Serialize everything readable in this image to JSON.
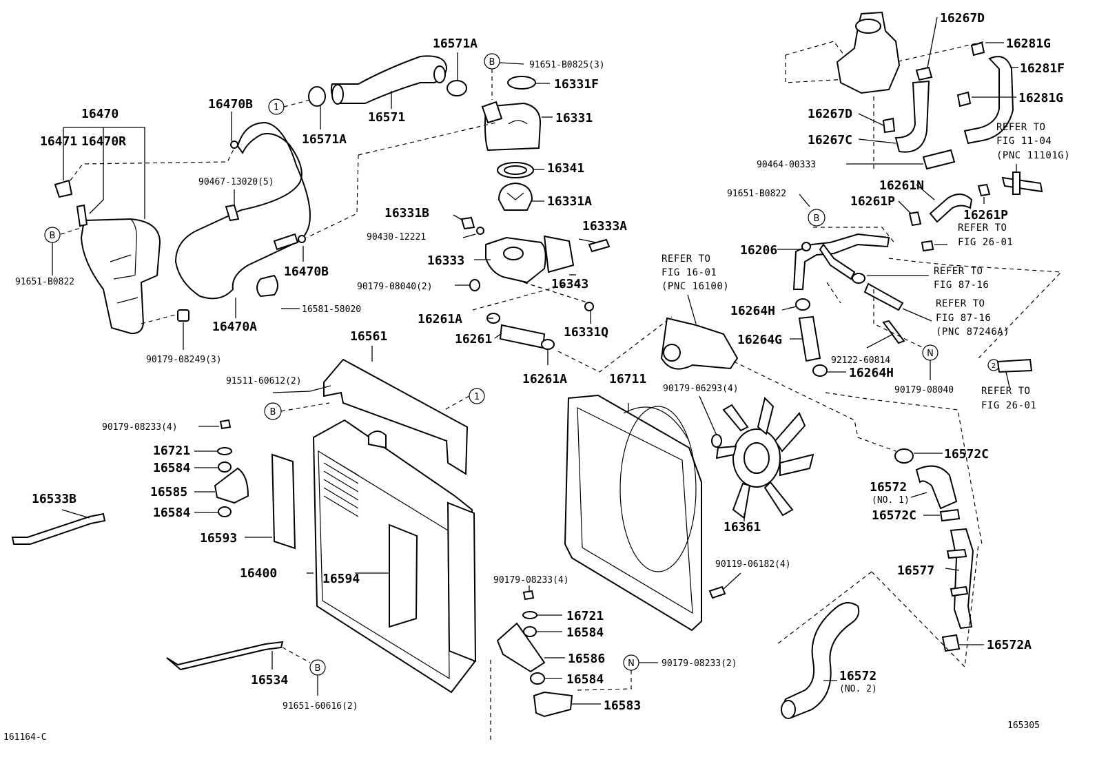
{
  "labels": {
    "p16470": "16470",
    "p16471": "16471",
    "p16470R": "16470R",
    "p91651_B0822_l": "91651-B0822",
    "p90179_08249": "90179-08249(3)",
    "p16470B_top": "16470B",
    "p90467": "90467-13020(5)",
    "p16470B_bot": "16470B",
    "p16470A": "16470A",
    "p16581": "16581-58020",
    "p16571A_top": "16571A",
    "p16571A_bot": "16571A",
    "p16571": "16571",
    "p91651_B0825": "91651-B0825(3)",
    "p16331F": "16331F",
    "p16331": "16331",
    "p16341": "16341",
    "p16331A": "16331A",
    "p16331B": "16331B",
    "p90430": "90430-12221",
    "p16333A": "16333A",
    "p16333": "16333",
    "p90179_08040_2": "90179-08040(2)",
    "p16343": "16343",
    "p16331Q": "16331Q",
    "p16261A_l": "16261A",
    "p16261": "16261",
    "p16261A_r": "16261A",
    "p16561": "16561",
    "p91511": "91511-60612(2)",
    "p90179_08233_4a": "90179-08233(4)",
    "p16721_a": "16721",
    "p16584_a": "16584",
    "p16585": "16585",
    "p16584_b": "16584",
    "p16533B": "16533B",
    "p16593": "16593",
    "p16400": "16400",
    "p16594": "16594",
    "p16534": "16534",
    "p91651_60616": "91651-60616(2)",
    "p16711": "16711",
    "p90179_06293": "90179-06293(4)",
    "p16361": "16361",
    "p90119": "90119-06182(4)",
    "p90179_08233_4b": "90179-08233(4)",
    "p16721_b": "16721",
    "p16584_c": "16584",
    "p16586": "16586",
    "p90179_08233_2": "90179-08233(2)",
    "p16584_d": "16584",
    "p16583": "16583",
    "p16267D_top": "16267D",
    "p16281G_top": "16281G",
    "p16281F": "16281F",
    "p16281G_bot": "16281G",
    "p16267D_mid": "16267D",
    "p16267C": "16267C",
    "p90464": "90464-00333",
    "p91651_B0822_r": "91651-B0822",
    "p16261N": "16261N",
    "p16261P_l": "16261P",
    "p16261P_r": "16261P",
    "p16206": "16206",
    "p16264H_a": "16264H",
    "p16264G": "16264G",
    "p16264H_b": "16264H",
    "p92122": "92122-60814",
    "p90179_08040": "90179-08040",
    "p16572C_a": "16572C",
    "p16572_no1": "16572",
    "p16572_no1_sub": "(NO. 1)",
    "p16572C_b": "16572C",
    "p16577": "16577",
    "p16572A": "16572A",
    "p16572_no2": "16572",
    "p16572_no2_sub": "(NO. 2)"
  },
  "references": {
    "fig16_l1": "REFER TO",
    "fig16_l2": "FIG 16-01",
    "fig16_l3": "(PNC 16100)",
    "fig11_l1": "REFER TO",
    "fig11_l2": "FIG 11-04",
    "fig11_l3": "(PNC 11101G)",
    "fig26a_l1": "REFER TO",
    "fig26a_l2": "FIG 26-01",
    "fig87a_l1": "REFER TO",
    "fig87a_l2": "FIG 87-16",
    "fig87b_l1": "REFER TO",
    "fig87b_l2": "FIG 87-16",
    "fig87b_l3": "(PNC 87246A)",
    "fig26b_l1": "REFER TO",
    "fig26b_l2": "FIG 26-01"
  },
  "callouts": {
    "c1": "1",
    "c1b": "1",
    "c2": "2",
    "bB1": "B",
    "bB2": "B",
    "bB3": "B",
    "bB4": "B",
    "bB5": "B",
    "bN1": "N",
    "bN2": "N"
  },
  "footer": {
    "left_code": "161164-C",
    "right_code": "165305"
  }
}
